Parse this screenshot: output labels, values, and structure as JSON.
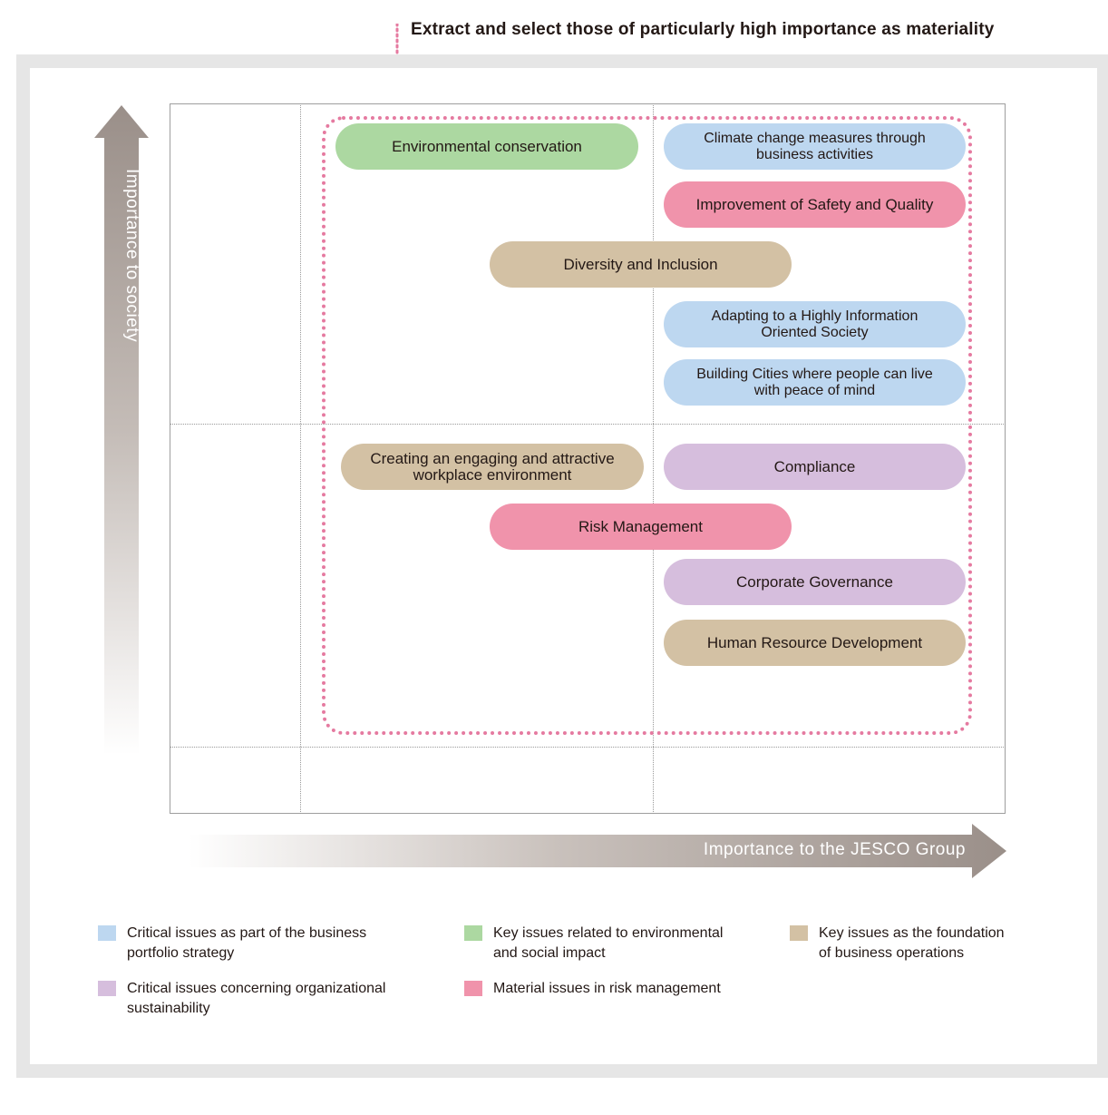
{
  "headline": "Extract and select those of particularly high importance as materiality",
  "axes": {
    "y_label": "Importance to society",
    "x_label": "Importance to the JESCO Group"
  },
  "colors": {
    "blue": "#bdd7f0",
    "green": "#acd8a1",
    "tan": "#d3c1a4",
    "purple": "#d6bedd",
    "pink": "#f093ab",
    "selection_outline": "#e57aa0"
  },
  "issues": [
    {
      "label": "Environmental conservation",
      "category": "green"
    },
    {
      "label": "Climate change measures through\nbusiness activities",
      "category": "blue"
    },
    {
      "label": "Improvement of Safety and Quality",
      "category": "pink"
    },
    {
      "label": "Diversity and Inclusion",
      "category": "tan"
    },
    {
      "label": "Adapting to a Highly Information\nOriented Society",
      "category": "blue"
    },
    {
      "label": "Building Cities where people can live\nwith peace of mind",
      "category": "blue"
    },
    {
      "label": "Creating an engaging and attractive\nworkplace environment",
      "category": "tan"
    },
    {
      "label": "Compliance",
      "category": "purple"
    },
    {
      "label": "Risk Management",
      "category": "pink"
    },
    {
      "label": "Corporate Governance",
      "category": "purple"
    },
    {
      "label": "Human Resource Development",
      "category": "tan"
    }
  ],
  "legend": [
    {
      "label": "Critical issues as part of the business\nportfolio strategy",
      "color": "blue"
    },
    {
      "label": "Key issues related to environmental\nand social impact",
      "color": "green"
    },
    {
      "label": "Key issues as the foundation\nof business operations",
      "color": "tan"
    },
    {
      "label": "Critical issues concerning organizational\nsustainability",
      "color": "purple"
    },
    {
      "label": "Material issues in risk management",
      "color": "pink"
    }
  ]
}
